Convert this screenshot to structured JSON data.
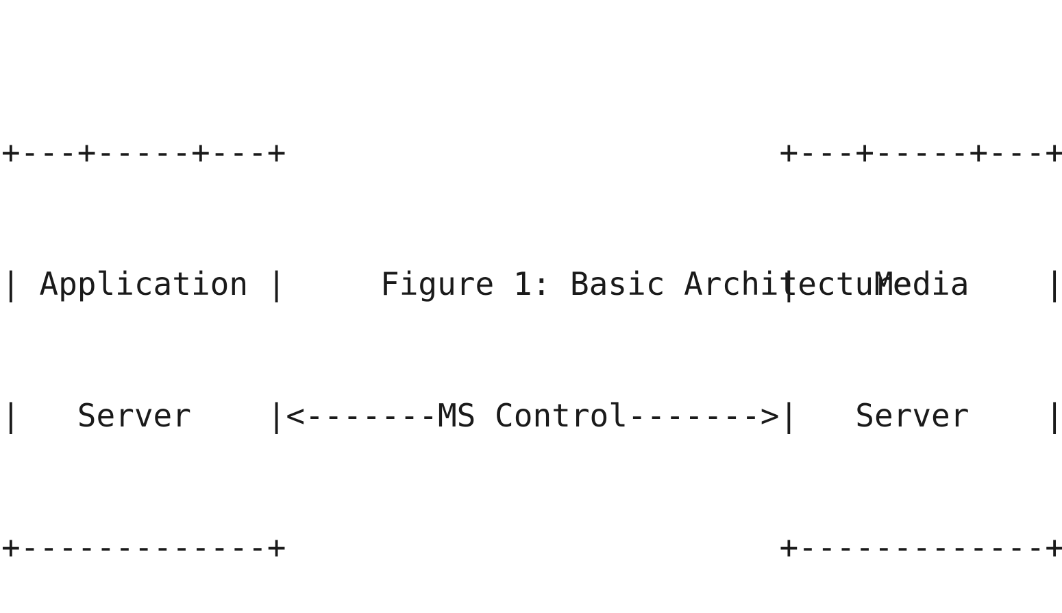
{
  "diagram": {
    "lines": [
      "+---+-----+---+                          +---+-----+---+",
      "| Application |                          |    Media    |",
      "|   Server    |<-------MS Control------->|   Server    |",
      "+-------------+                          +-------------+"
    ],
    "nodes": [
      {
        "label": "Application Server"
      },
      {
        "label": "Media Server"
      }
    ],
    "edge": {
      "label": "MS Control",
      "direction": "bidirectional"
    }
  },
  "caption": "Figure 1: Basic Architecture"
}
